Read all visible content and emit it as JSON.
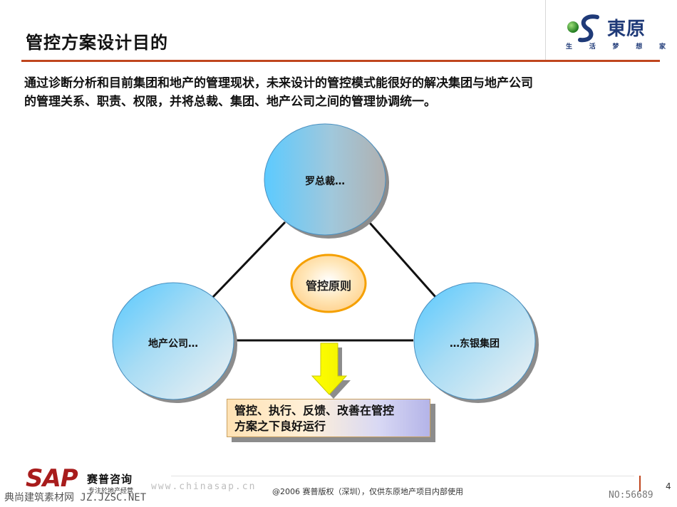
{
  "header": {
    "title": "管控方案设计目的",
    "logo_text": "東原",
    "logo_slogan": [
      "生",
      "活",
      "梦",
      "想",
      "家"
    ]
  },
  "intro": {
    "line1": "通过诊断分析和目前集团和地产的管理现状，未来设计的管控模式能很好的解决集团与地产公司",
    "line2": "的管理关系、职责、权限，并将总裁、集团、地产公司之间的管理协调统一。"
  },
  "diagram": {
    "top_node": "罗总裁…",
    "left_node": "地产公司…",
    "right_node": "…东银集团",
    "center": "管控原则",
    "result_line1": "管控、执行、反馈、改善在管控",
    "result_line2": "方案之下良好运行"
  },
  "footer": {
    "sap_logo": "SAP",
    "sap_cn": "赛普咨询",
    "sap_sub": "专注於地产经营",
    "site": "www.chinasap.cn",
    "copyright": "@2006 赛普版权（深圳），仅供东原地产项目内部使用",
    "page_number": "4",
    "watermark_left": "典尚建筑素材网 JZ.JZSC.NET",
    "watermark_right": "NO:56689"
  },
  "colors": {
    "accent": "#c0461e",
    "brand_blue": "#1f3a78",
    "node_blue": "#66ccff",
    "center_orange": "#f5a000",
    "arrow_yellow": "#ffff00"
  }
}
